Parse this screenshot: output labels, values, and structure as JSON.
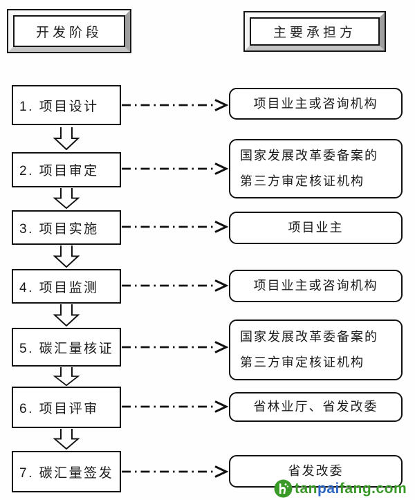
{
  "header": {
    "left_label": "开发阶段",
    "right_label": "主要承担方"
  },
  "rows": [
    {
      "stage": "1. 项目设计",
      "party": "项目业主或咨询机构"
    },
    {
      "stage": "2. 项目审定",
      "party": "国家发展改革委备案的\n第三方审定核证机构"
    },
    {
      "stage": "3. 项目实施",
      "party": "项目业主"
    },
    {
      "stage": "4. 项目监测",
      "party": "项目业主或咨询机构"
    },
    {
      "stage": "5. 碳汇量核证",
      "party": "国家发展改革委备案的\n第三方审定核证机构"
    },
    {
      "stage": "6. 项目评审",
      "party": "省林业厅、省发改委"
    },
    {
      "stage": "7. 碳汇量签发",
      "party": "省发改委"
    }
  ],
  "watermark": {
    "icon": "tanpaifang-leaf-globe",
    "segments": [
      {
        "text": "tan",
        "color": "#3a9a28"
      },
      {
        "text": "pai",
        "color": "#2d66c3"
      },
      {
        "text": "fang",
        "color": "#3a9a28"
      },
      {
        "text": ".com",
        "color": "#3a9a28"
      }
    ]
  },
  "colors": {
    "line": "#111111",
    "box_background": "#ffffff",
    "bevel_shadow": "#9f9f9f",
    "watermark_green": "#3a9a28",
    "watermark_blue": "#2d66c3"
  }
}
